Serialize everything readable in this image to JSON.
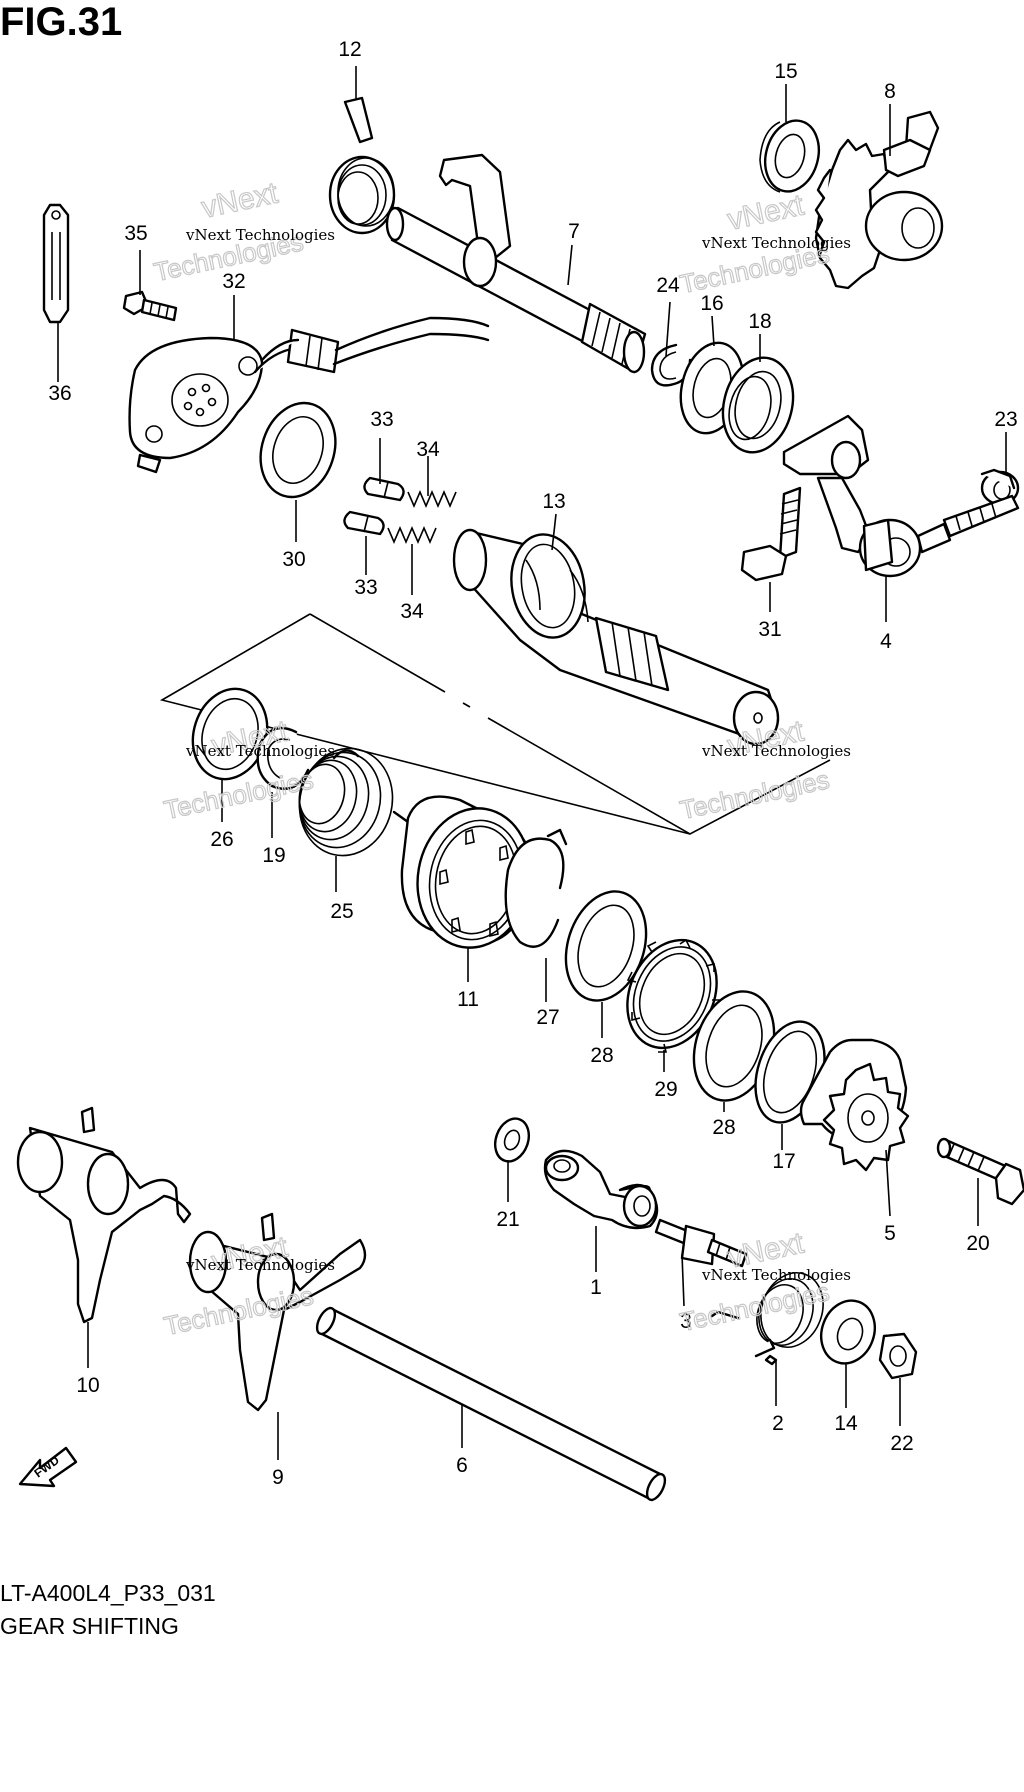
{
  "figure": {
    "title": "FIG.31",
    "code": "LT-A400L4_P33_031",
    "name": "GEAR SHIFTING",
    "fwd_label": "FWD"
  },
  "watermark": {
    "line1": "vNext Technologies",
    "large_a": "vNext",
    "large_b": "Technologies"
  },
  "part_numbers": {
    "p1": "1",
    "p2": "2",
    "p3": "3",
    "p4": "4",
    "p5": "5",
    "p6": "6",
    "p7": "7",
    "p8": "8",
    "p9": "9",
    "p10": "10",
    "p11": "11",
    "p12": "12",
    "p13": "13",
    "p14": "14",
    "p15": "15",
    "p16": "16",
    "p17": "17",
    "p18": "18",
    "p19": "19",
    "p20": "20",
    "p21": "21",
    "p22": "22",
    "p23": "23",
    "p24": "24",
    "p25": "25",
    "p26": "26",
    "p27": "27",
    "p28a": "28",
    "p28b": "28",
    "p29": "29",
    "p30": "30",
    "p31": "31",
    "p32": "32",
    "p33a": "33",
    "p33b": "33",
    "p34a": "34",
    "p34b": "34",
    "p35": "35",
    "p36": "36"
  }
}
